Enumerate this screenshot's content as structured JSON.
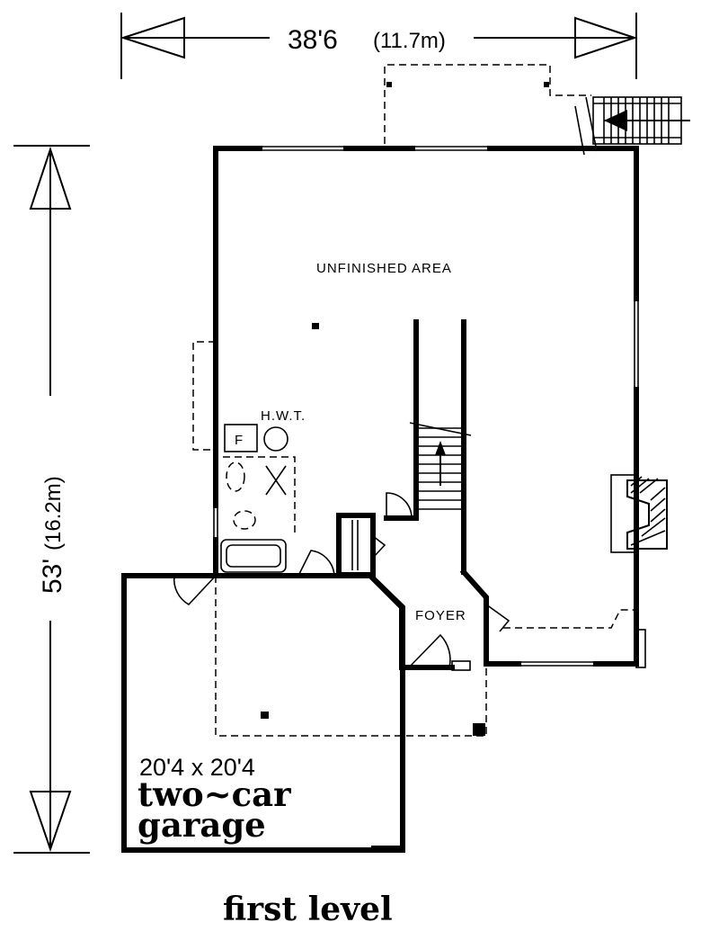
{
  "dimensions": {
    "width_ft": "38'6",
    "width_m": "(11.7m)",
    "depth_ft": "53'",
    "depth_m": "(16.2m)"
  },
  "rooms": {
    "unfinished": "UNFINISHED AREA",
    "hwt": "H.W.T.",
    "furnace": "F",
    "foyer": "FOYER"
  },
  "garage": {
    "size": "20'4 x 20'4",
    "name_line1": "two~car",
    "name_line2": "garage"
  },
  "title": "first level"
}
